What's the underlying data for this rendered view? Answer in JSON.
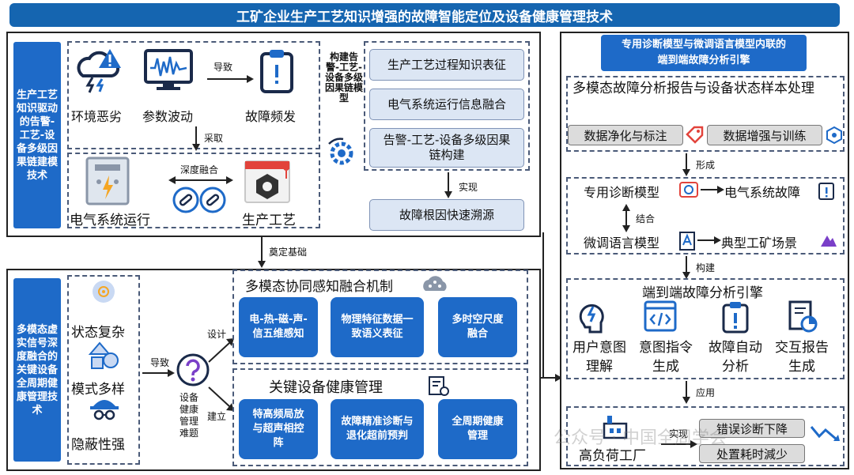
{
  "title": "工矿企业生产工艺知识增强的故障智能定位及设备健康管理技术",
  "top_section": {
    "side_label": "生产工艺知识驱动的告警-工艺-设备多级因果链建模技术",
    "icons": [
      "环境恶劣",
      "参数波动",
      "故障频发"
    ],
    "arrow_cause": "导致",
    "arrow_adopt": "采取",
    "deep_fusion": "深度融合",
    "bottom_icons": [
      "电气系统运行",
      "生产工艺"
    ],
    "build_label": "构建告警-工艺-设备多级因果链模型",
    "steps": [
      "生产工艺过程知识表征",
      "电气系统运行信息融合",
      "告警-工艺-设备多级因果链构建"
    ],
    "realize": "实现",
    "result": "故障根因快速溯源"
  },
  "link_label": "奠定基础",
  "bottom_section": {
    "side_label": "多模态虚实信号深度融合的关键设备全周期健康管理技术",
    "items": [
      "状态复杂",
      "模式多样",
      "隐蔽性强"
    ],
    "arrow_cause": "导致",
    "center_label": "设备健康管理难题",
    "design": "设计",
    "build": "建立",
    "fusion_title": "多模态协同感知融合机制",
    "fusion_boxes": [
      "电-热-磁-声-信五维感知",
      "物理特征数据一致语义表征",
      "多时空尺度融合"
    ],
    "health_title": "关键设备健康管理",
    "health_boxes": [
      "特高频局放与超声相控阵",
      "故障精准诊断与退化超前预判",
      "全周期健康管理"
    ]
  },
  "right_section": {
    "title": "专用诊断模型与微调语言模型内联的端到端故障分析引擎",
    "report_title": "多模态故障分析报告与设备状态样本处理",
    "clean": "数据净化与标注",
    "augment": "数据增强与训练",
    "form": "形成",
    "special_model": "专用诊断模型",
    "electric_fault": "电气系统故障",
    "combine": "结合",
    "llm": "微调语言模型",
    "scene": "典型工矿场景",
    "construct": "构建",
    "engine_title": "端到端故障分析引擎",
    "engine_items": [
      "用户意图理解",
      "意图指令生成",
      "故障自动分析",
      "交互报告生成"
    ],
    "apply": "应用",
    "plant": "高负荷工厂",
    "realize": "实现",
    "out1": "错误诊断下降",
    "out2": "处置耗时減少"
  },
  "watermark": "公众号 · 中国全周学会",
  "colors": {
    "primary_blue": "#1e6ac8",
    "title_blue": "#1565b0",
    "pill_bg": "#dce6f4"
  }
}
